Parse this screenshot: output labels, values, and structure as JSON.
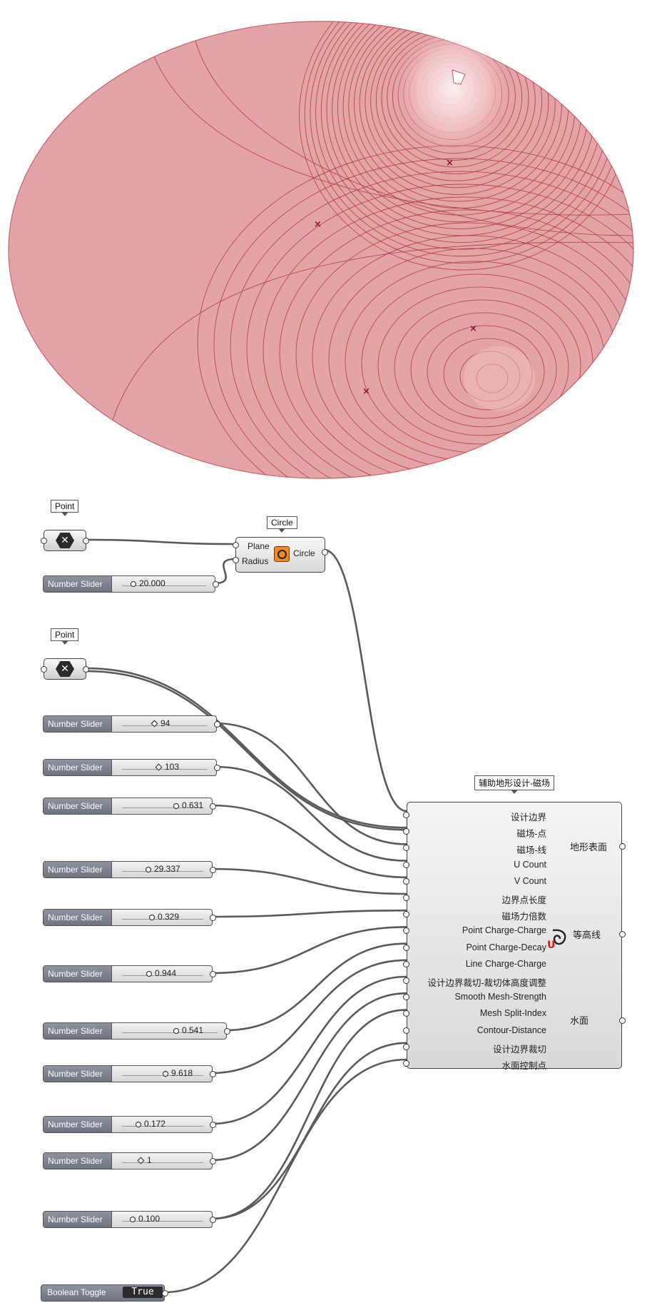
{
  "point_tags": [
    "Point",
    "Point"
  ],
  "circle": {
    "tag": "Circle",
    "inputs": [
      "Plane",
      "Radius"
    ],
    "output": "Circle"
  },
  "sliders": [
    {
      "label": "Number Slider",
      "value": "20.000",
      "knob": "circle",
      "ratio": 0.1
    },
    {
      "label": "Number Slider",
      "value": "94",
      "knob": "diamond",
      "ratio": 0.35
    },
    {
      "label": "Number Slider",
      "value": "103",
      "knob": "diamond",
      "ratio": 0.4
    },
    {
      "label": "Number Slider",
      "value": "0.631",
      "knob": "circle",
      "ratio": 0.63
    },
    {
      "label": "Number Slider",
      "value": "29.337",
      "knob": "circle",
      "ratio": 0.29
    },
    {
      "label": "Number Slider",
      "value": "0.329",
      "knob": "circle",
      "ratio": 0.33
    },
    {
      "label": "Number Slider",
      "value": "0.944",
      "knob": "circle",
      "ratio": 0.3
    },
    {
      "label": "Number Slider",
      "value": "0.541",
      "knob": "circle",
      "ratio": 0.54
    },
    {
      "label": "Number Slider",
      "value": "9.618",
      "knob": "circle",
      "ratio": 0.5
    },
    {
      "label": "Number Slider",
      "value": "0.172",
      "knob": "circle",
      "ratio": 0.17
    },
    {
      "label": "Number Slider",
      "value": "1",
      "knob": "diamond",
      "ratio": 0.2
    },
    {
      "label": "Number Slider",
      "value": "0.100",
      "knob": "circle",
      "ratio": 0.1
    }
  ],
  "toggle": {
    "label": "Boolean Toggle",
    "value": "True"
  },
  "cluster": {
    "tag": "辅助地形设计-磁场",
    "inputs": [
      "设计边界",
      "磁场-点",
      "磁场-线",
      "U Count",
      "V Count",
      "边界点长度",
      "磁场力倍数",
      "Point Charge-Charge",
      "Point Charge-Decay",
      "Line Charge-Charge",
      "设计边界裁切-裁切体高度调整",
      "Smooth Mesh-Strength",
      "Mesh Split-Index",
      "Contour-Distance",
      "设计边界裁切",
      "水面控制点"
    ],
    "outputs": [
      "地形表面",
      "等高线",
      "水面"
    ]
  },
  "colors": {
    "terrain_fill": "#e3a4a6",
    "terrain_line": "#b23a44",
    "wire": "#5a5a5a",
    "node_fill": "#e6e6e6",
    "slider_label": "#7d8390"
  }
}
